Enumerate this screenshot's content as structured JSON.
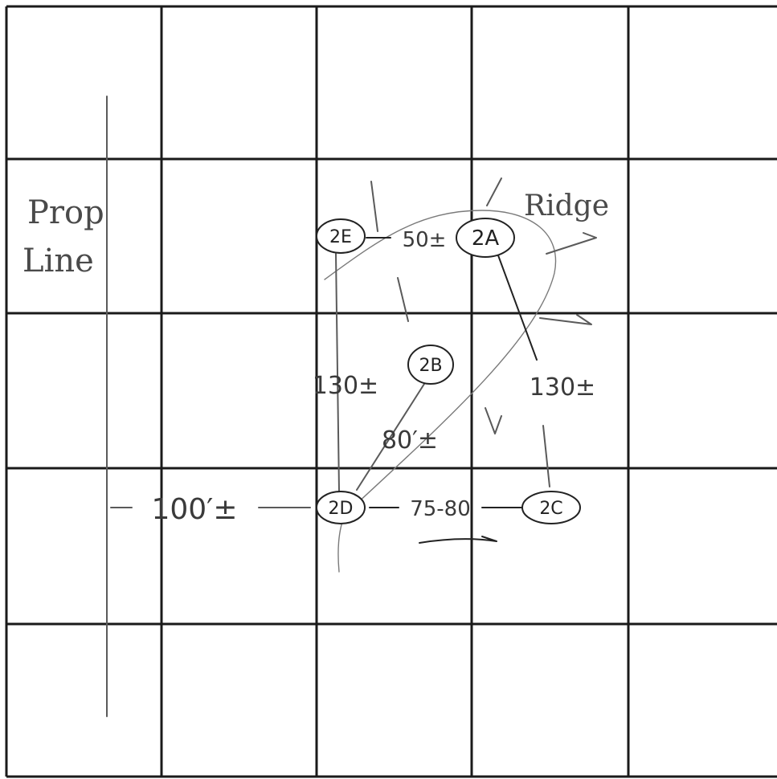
{
  "labels": {
    "prop_line_1": "Prop",
    "prop_line_2": "Line",
    "ridge": "Ridge"
  },
  "nodes": {
    "n2e": "2E",
    "n2a": "2A",
    "n2b": "2B",
    "n2c": "2C",
    "n2d": "2D"
  },
  "dimensions": {
    "e_to_a": "50±",
    "e_to_d": "130±",
    "a_to_c": "130±",
    "b_to_d": "80′±",
    "line_to_d": "100′±",
    "d_to_c": "75-80"
  },
  "colors": {
    "grid": "#1a1a1a",
    "pencil": "#5a5a5a",
    "ink": "#222222"
  }
}
